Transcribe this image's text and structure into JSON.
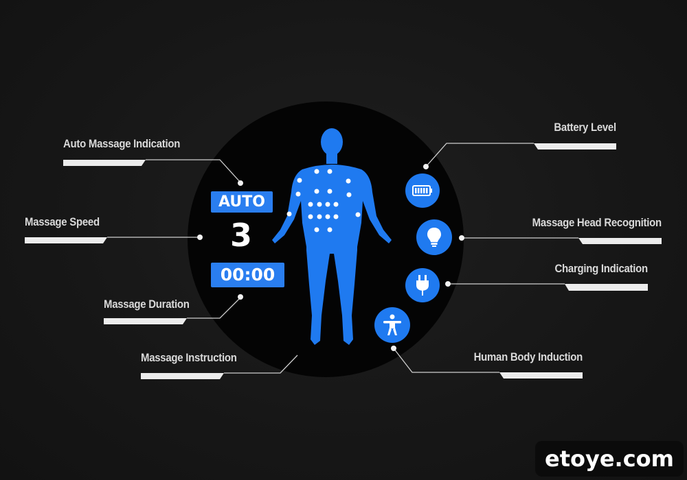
{
  "colors": {
    "accent": "#1f7af0",
    "background": "#171717",
    "disc": "#040404",
    "label_text": "#d9d9d9",
    "leader_line": "#cfcfcf"
  },
  "display": {
    "mode_badge": "AUTO",
    "speed_value": "3",
    "timer_value": "00:00"
  },
  "callouts_left": [
    {
      "label": "Auto Massage Indication",
      "target": "mode_badge"
    },
    {
      "label": "Massage Speed",
      "target": "speed_value"
    },
    {
      "label": "Massage Duration",
      "target": "timer_value"
    },
    {
      "label": "Massage Instruction",
      "target": "body-figure"
    }
  ],
  "callouts_right": [
    {
      "label": "Battery Level",
      "icon": "battery-icon"
    },
    {
      "label": "Massage Head Recognition",
      "icon": "light-bulb-icon"
    },
    {
      "label": "Charging Indication",
      "icon": "plug-icon"
    },
    {
      "label": "Human Body Induction",
      "icon": "human-body-icon"
    }
  ],
  "watermark": {
    "text": "etoye.com"
  }
}
